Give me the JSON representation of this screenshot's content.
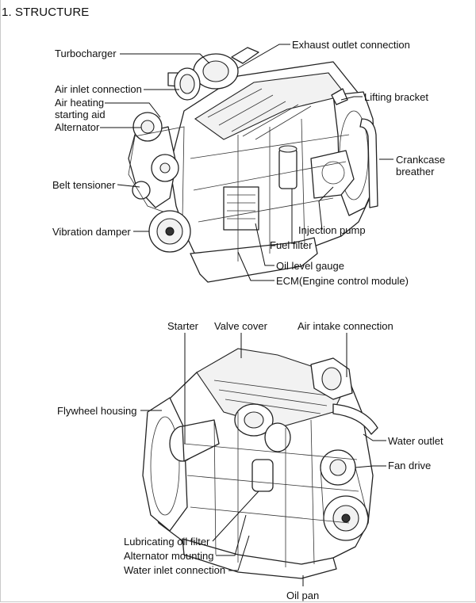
{
  "section_title": "1. STRUCTURE",
  "top_view": {
    "labels": {
      "turbocharger": "Turbocharger",
      "exhaust_outlet": "Exhaust outlet connection",
      "air_inlet": "Air inlet connection",
      "air_heating_1": "Air heating",
      "air_heating_2": "starting aid",
      "lifting_bracket": "Lifting bracket",
      "alternator": "Alternator",
      "crankcase_1": "Crankcase",
      "crankcase_2": "breather",
      "belt_tensioner": "Belt tensioner",
      "injection_pump": "Injection pump",
      "vibration_damper": "Vibration damper",
      "fuel_filter": "Fuel filter",
      "oil_level_gauge": "Oil level gauge",
      "ecm": "ECM(Engine control module)"
    }
  },
  "bottom_view": {
    "labels": {
      "starter": "Starter",
      "valve_cover": "Valve cover",
      "air_intake": "Air intake connection",
      "flywheel_housing": "Flywheel housing",
      "water_outlet": "Water outlet",
      "fan_drive": "Fan drive",
      "lube_oil_filter": "Lubricating oil filter",
      "alternator_mounting": "Alternator mounting",
      "water_inlet": "Water inlet connection",
      "oil_pan": "Oil pan"
    }
  }
}
